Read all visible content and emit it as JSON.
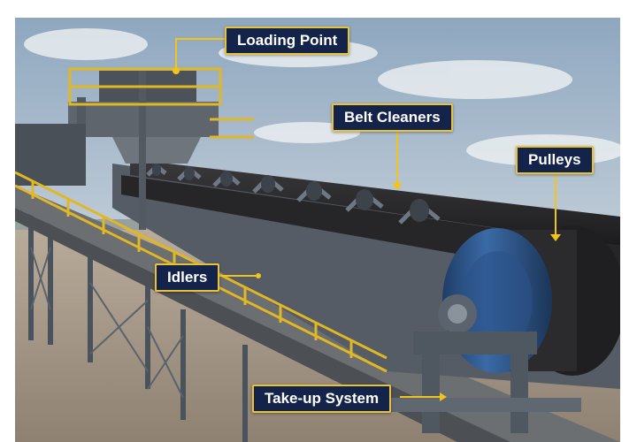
{
  "image": {
    "subject": "belt-conveyor",
    "colors": {
      "sky_top": "#9fb4c8",
      "sky_bottom": "#d9dfe4",
      "ground": "#a8998a",
      "steel": "#5c6470",
      "belt": "#2a2a2c",
      "pulley": "#2f5c94",
      "railing": "#e0b724",
      "callout_bg": "#13234a",
      "callout_border": "#e9c23a",
      "leader_line": "#f0c419"
    }
  },
  "callouts": [
    {
      "id": "loading_point",
      "text": "Loading Point"
    },
    {
      "id": "belt_cleaners",
      "text": "Belt Cleaners"
    },
    {
      "id": "pulleys",
      "text": "Pulleys"
    },
    {
      "id": "idlers",
      "text": "Idlers"
    },
    {
      "id": "take_up_system",
      "text": "Take-up System"
    }
  ]
}
